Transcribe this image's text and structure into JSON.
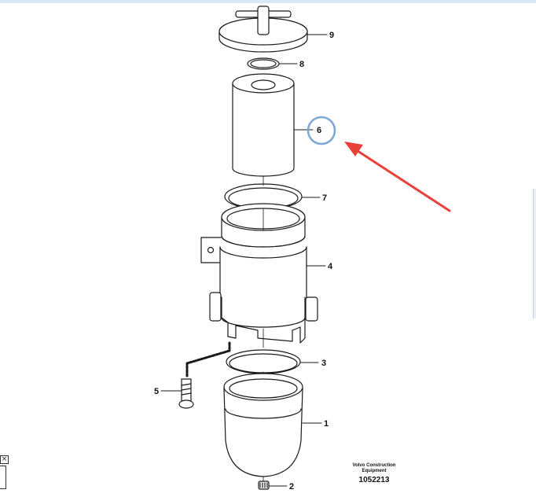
{
  "diagram": {
    "callouts": [
      {
        "id": "9",
        "label": "9"
      },
      {
        "id": "8",
        "label": "8"
      },
      {
        "id": "6",
        "label": "6"
      },
      {
        "id": "7",
        "label": "7"
      },
      {
        "id": "4",
        "label": "4"
      },
      {
        "id": "3",
        "label": "3"
      },
      {
        "id": "5",
        "label": "5"
      },
      {
        "id": "1",
        "label": "1"
      },
      {
        "id": "2",
        "label": "2"
      }
    ],
    "brand_line1": "Volvo Construction",
    "brand_line2": "Equipment",
    "doc_number": "1052213",
    "highlight_target": "6"
  },
  "colors": {
    "line": "#1a1a1a",
    "highlight_circle": "#7fa8d6",
    "arrow": "#e8413a"
  },
  "icons": {
    "corner_close": "close-icon"
  },
  "ui": {
    "corner_close_glyph": "×"
  }
}
